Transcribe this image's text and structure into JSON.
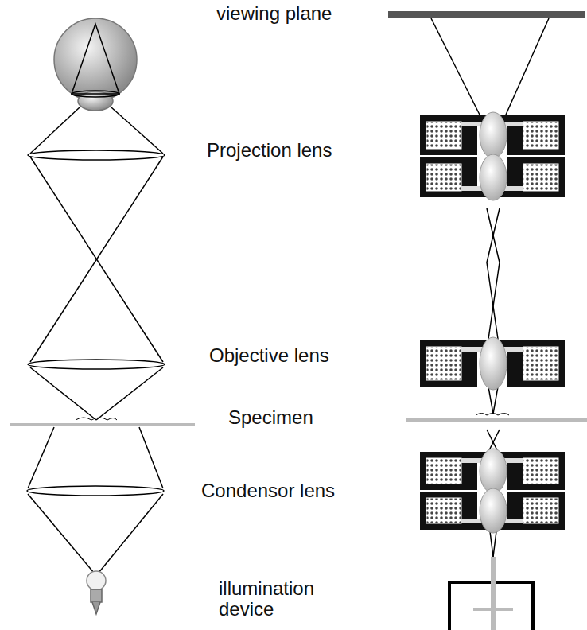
{
  "diagram": {
    "labels": [
      "viewing plane",
      "Projection lens",
      "Objective lens",
      "Specimen",
      "Condensor lens",
      "illumination device"
    ]
  }
}
